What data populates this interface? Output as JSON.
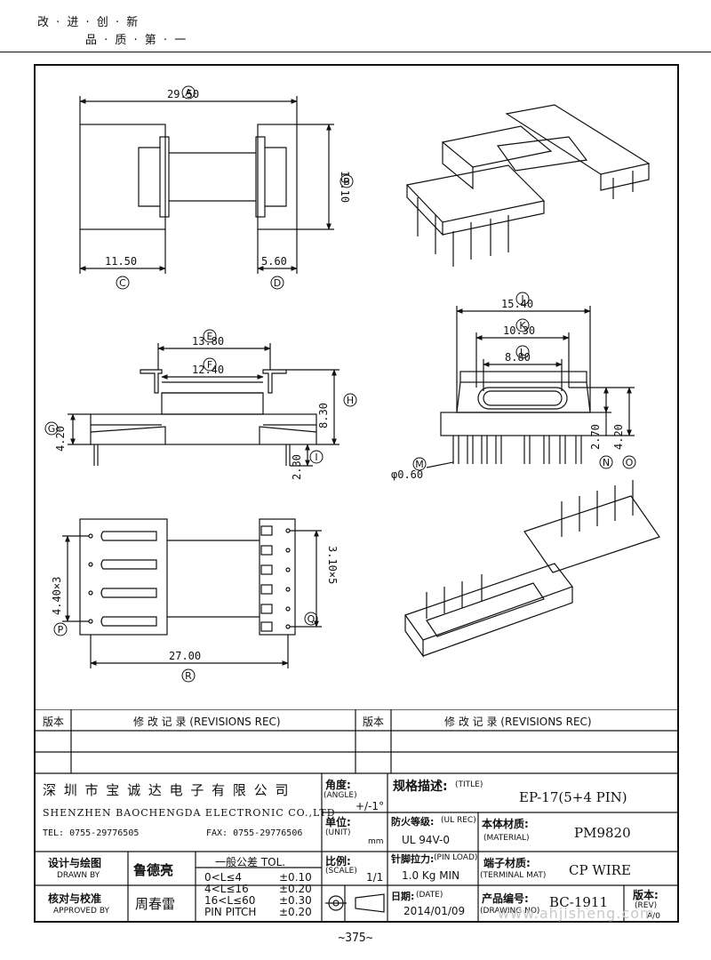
{
  "slogan": {
    "line1": "改 · 进 · 创 · 新",
    "line2": "品 · 质 · 第 · 一"
  },
  "dimensions": {
    "A": "29.50",
    "B": "19.10",
    "C": "11.50",
    "D": "5.60",
    "E": "13.80",
    "F": "12.40",
    "G": "4.20",
    "H": "8.30",
    "I": "2.30",
    "J": "15.40",
    "K": "10.30",
    "L": "8.80",
    "M": "φ0.60",
    "N": "2.70",
    "O": "4.20",
    "P": "4.40×3",
    "Q": "3.10×5",
    "R": "27.00"
  },
  "circle_labels": [
    "A",
    "B",
    "C",
    "D",
    "E",
    "F",
    "G",
    "H",
    "I",
    "J",
    "K",
    "L",
    "M",
    "N",
    "O",
    "P",
    "Q",
    "R"
  ],
  "revisions": {
    "rev_label": "版本",
    "rec_label": "修 改 记 录  (REVISIONS REC)"
  },
  "company": {
    "name_cn": "深 圳 市 宝 诚 达 电 子 有 限 公 司",
    "name_en": "SHENZHEN BAOCHENGDA ELECTRONIC CO.,LTD",
    "tel": "TEL: 0755-29776505",
    "fax": "FAX: 0755-29776506"
  },
  "angle": {
    "label_cn": "角度:",
    "label_en": "(ANGLE)",
    "value": "+/-1°"
  },
  "unit": {
    "label_cn": "单位:",
    "label_en": "(UNIT)",
    "value": "mm"
  },
  "scale": {
    "label_cn": "比例:",
    "label_en": "(SCALE)",
    "value": "1/1"
  },
  "title": {
    "label_cn": "规格描述:",
    "label_en": "(TITLE)",
    "value": "EP-17(5+4 PIN)"
  },
  "fire": {
    "label_cn": "防火等级:",
    "label_en": "(UL REC)",
    "value": "UL 94V-0"
  },
  "material": {
    "label_cn": "本体材质:",
    "label_en": "(MATERIAL)",
    "value": "PM9820"
  },
  "pin_load": {
    "label_cn": "针脚拉力:",
    "label_en": "(PIN LOAD)",
    "value": "1.0 Kg MIN"
  },
  "terminal": {
    "label_cn": "端子材质:",
    "label_en": "(TERMINAL MAT)",
    "value": "CP WIRE"
  },
  "date": {
    "label_cn": "日期:",
    "label_en": "(DATE)",
    "value": "2014/01/09"
  },
  "drawing_no": {
    "label_cn": "产品编号:",
    "label_en": "(DRAWING NO)",
    "value": "BC-1911"
  },
  "rev": {
    "label_cn": "版本:",
    "label_en": "(REV)",
    "value": "A/0"
  },
  "drawn": {
    "label_cn": "设计与绘图",
    "label_en": "DRAWN BY",
    "name": "鲁德亮"
  },
  "approved": {
    "label_cn": "核对与校准",
    "label_en": "APPROVED BY",
    "name": "周春雷"
  },
  "tolerance": {
    "header": "一般公差 TOL.",
    "rows": [
      {
        "range": "0<L≤4",
        "value": "±0.10"
      },
      {
        "range": "4<L≤16",
        "value": "±0.20"
      },
      {
        "range": "16<L≤60",
        "value": "±0.30"
      },
      {
        "range": "PIN PITCH",
        "value": "±0.20"
      }
    ]
  },
  "watermark": "www.ahjisheng.com",
  "page_number": "~375~"
}
